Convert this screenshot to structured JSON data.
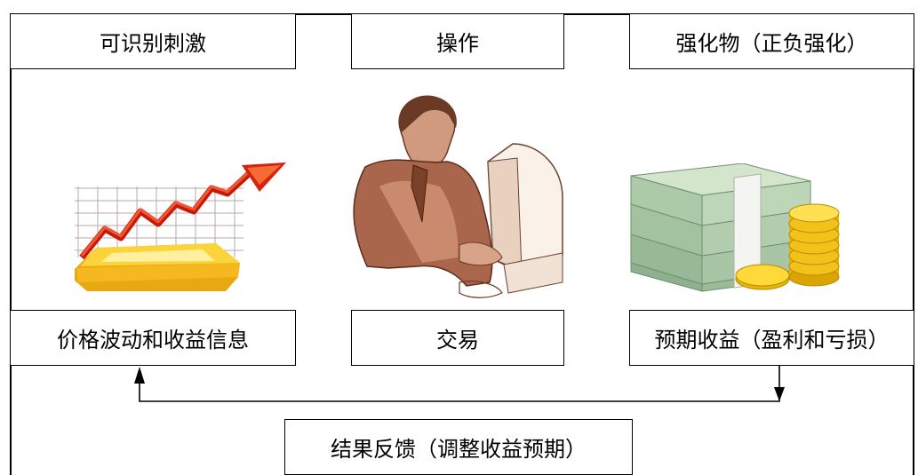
{
  "top_boxes": {
    "stimulus": "可识别刺激",
    "operation": "操作",
    "reinforcer": "强化物（正负强化）"
  },
  "bottom_boxes": {
    "price_info": "价格波动和收益信息",
    "trade": "交易",
    "expected_return": "预期收益（盈利和亏损）"
  },
  "feedback": "结果反馈（调整收益预期）",
  "icons": {
    "left": "rising-chart-icon",
    "center": "trader-at-computer-icon",
    "right": "money-and-coins-icon"
  }
}
